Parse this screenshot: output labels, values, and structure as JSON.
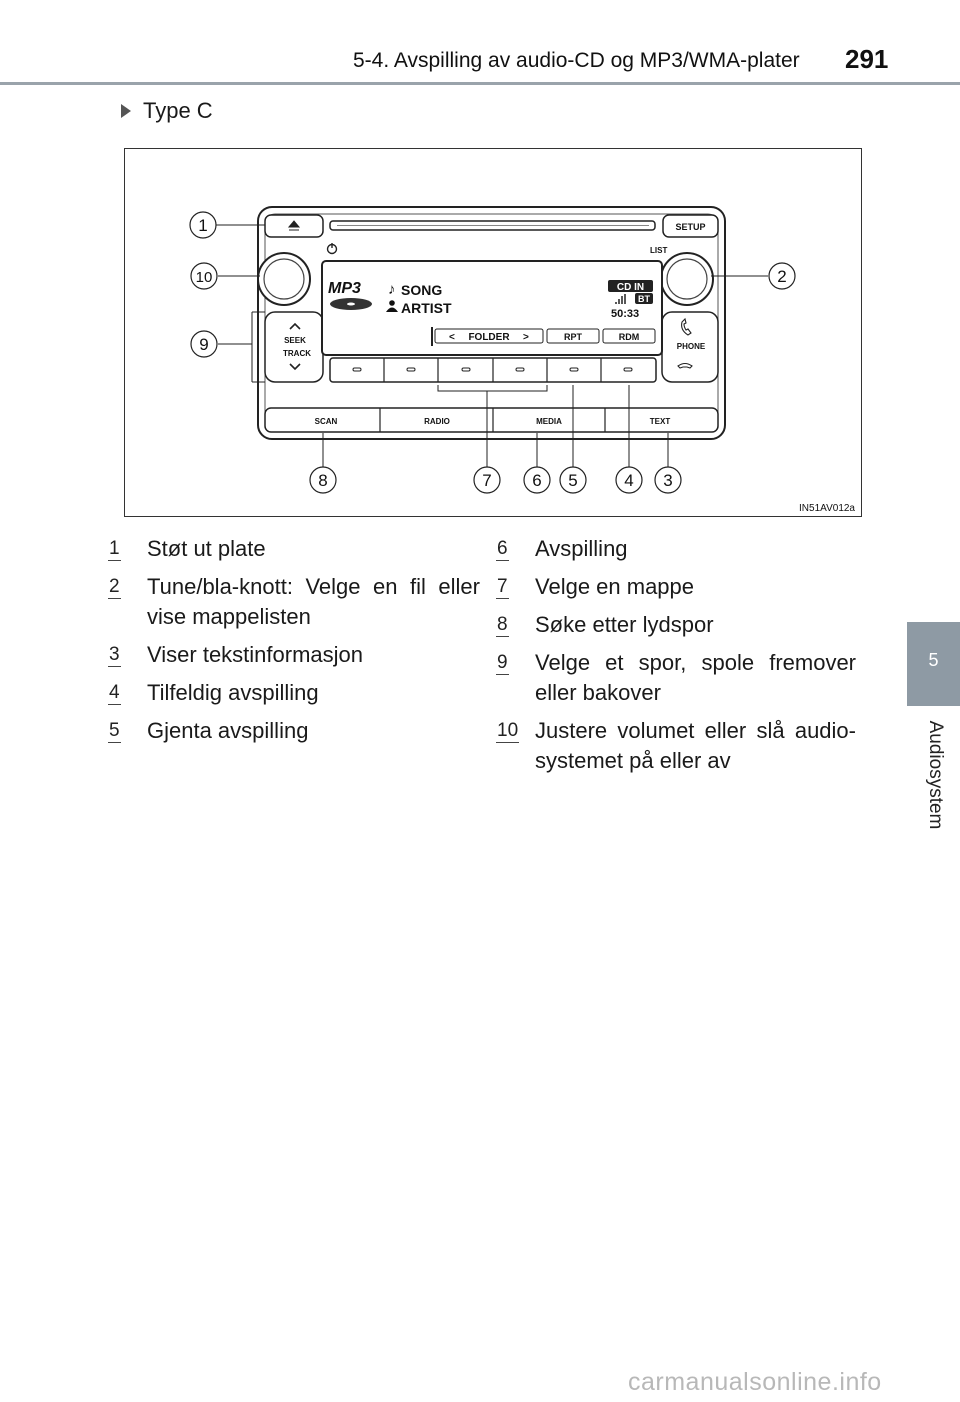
{
  "header": {
    "section_title": "5-4. Avspilling av audio-CD og MP3/WMA-plater",
    "page_number": "291"
  },
  "side_tab": {
    "chapter_number": "5",
    "chapter_label": "Audiosystem"
  },
  "type_heading": "Type C",
  "figure": {
    "code": "IN51AV012a",
    "display": {
      "format": "MP3",
      "song": "SONG",
      "artist": "ARTIST",
      "source": "CD IN",
      "bt": "BT",
      "time": "50:33",
      "folder": "FOLDER",
      "rpt": "RPT",
      "rdm": "RDM"
    },
    "buttons": {
      "setup": "SETUP",
      "list": "LIST",
      "seek": "SEEK",
      "track": "TRACK",
      "phone": "PHONE",
      "scan": "SCAN",
      "radio": "RADIO",
      "media": "MEDIA",
      "text": "TEXT"
    },
    "callouts": [
      "1",
      "2",
      "3",
      "4",
      "5",
      "6",
      "7",
      "8",
      "9",
      "10"
    ]
  },
  "items_left": [
    {
      "num": "1",
      "text": "Støt ut plate"
    },
    {
      "num": "2",
      "text": "Tune/bla-knott: Velge en fil eller vise mappelisten"
    },
    {
      "num": "3",
      "text": "Viser tekstinformasjon"
    },
    {
      "num": "4",
      "text": "Tilfeldig avspilling"
    },
    {
      "num": "5",
      "text": "Gjenta avspilling"
    }
  ],
  "items_right": [
    {
      "num": "6",
      "text": "Avspilling"
    },
    {
      "num": "7",
      "text": "Velge en mappe"
    },
    {
      "num": "8",
      "text": "Søke etter lydspor"
    },
    {
      "num": "9",
      "text": "Velge et spor, spole fremover eller bakover"
    },
    {
      "num": "10",
      "text": "Justere volumet eller slå audio-systemet på eller av"
    }
  ],
  "watermark": "carmanualsonline.info"
}
